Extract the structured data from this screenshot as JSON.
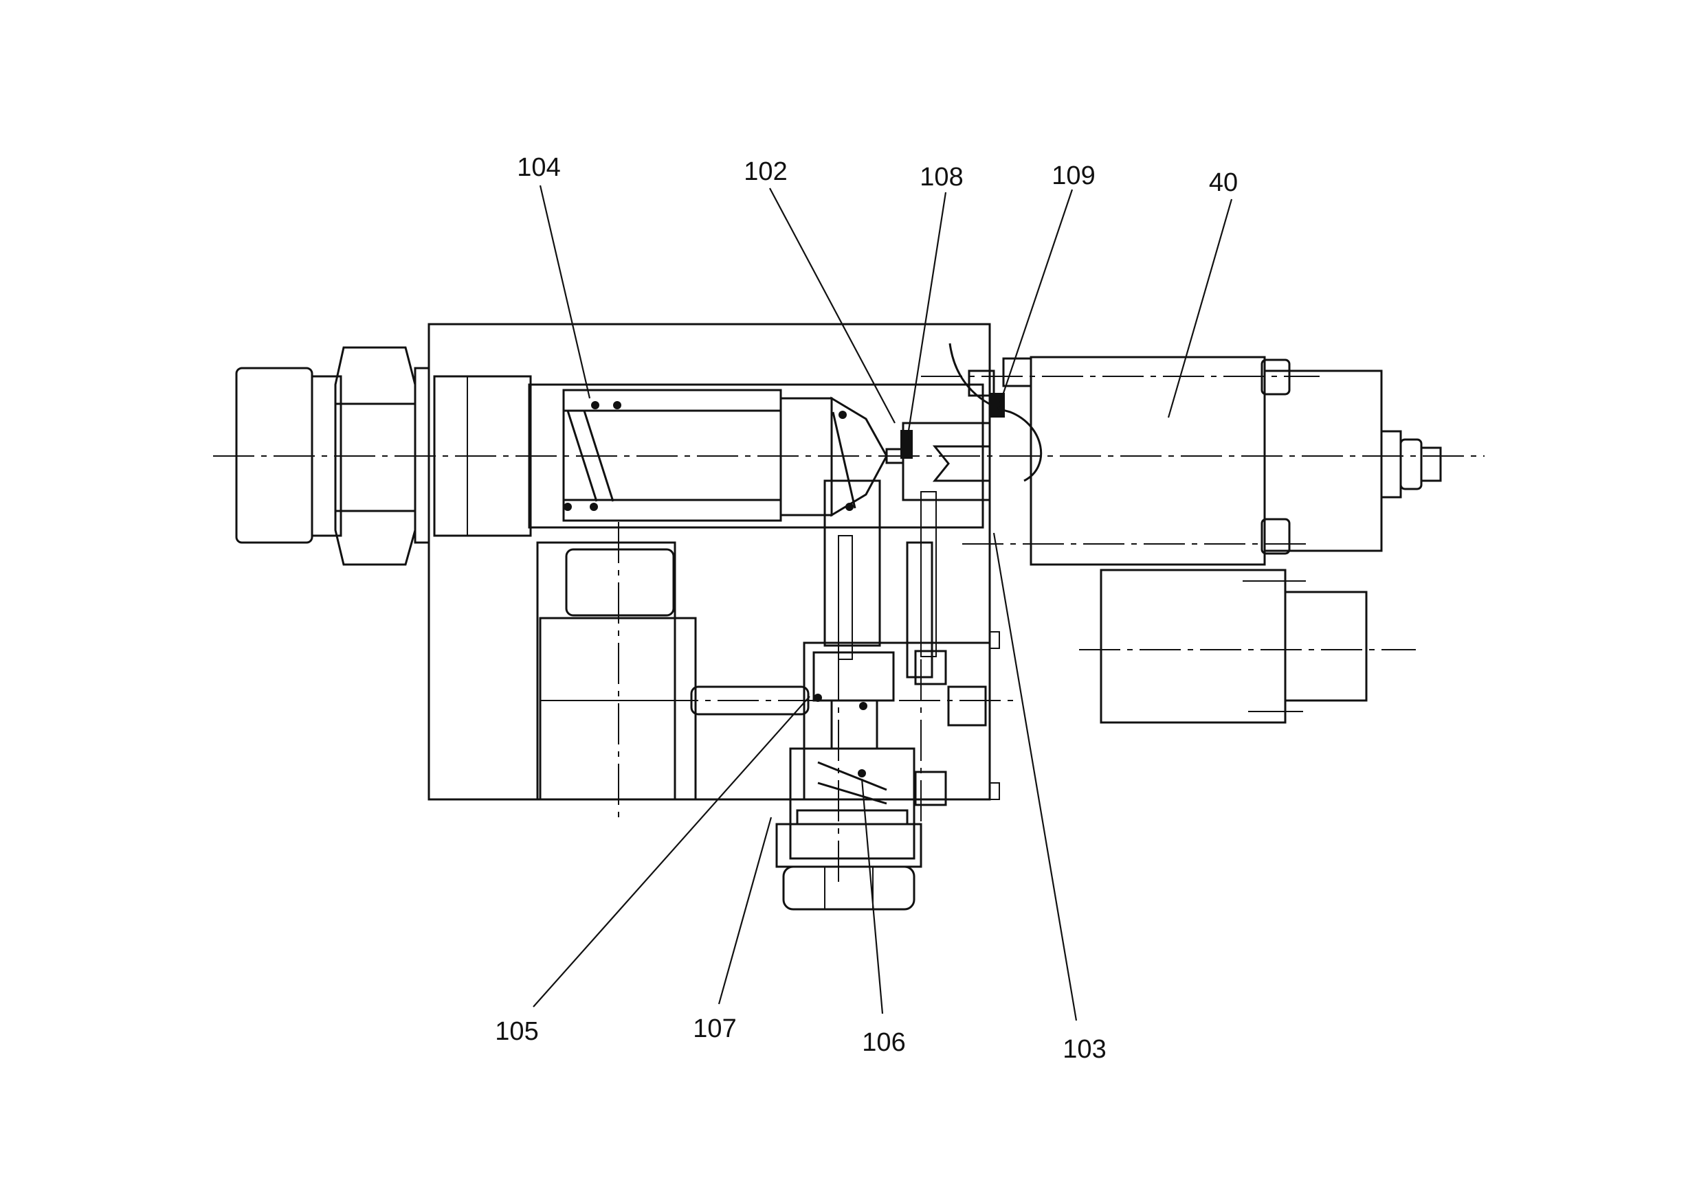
{
  "figure": {
    "labels": {
      "l104": "104",
      "l102": "102",
      "l108": "108",
      "l109": "109",
      "l40": "40",
      "l105": "105",
      "l107": "107",
      "l106": "106",
      "l103": "103"
    }
  }
}
